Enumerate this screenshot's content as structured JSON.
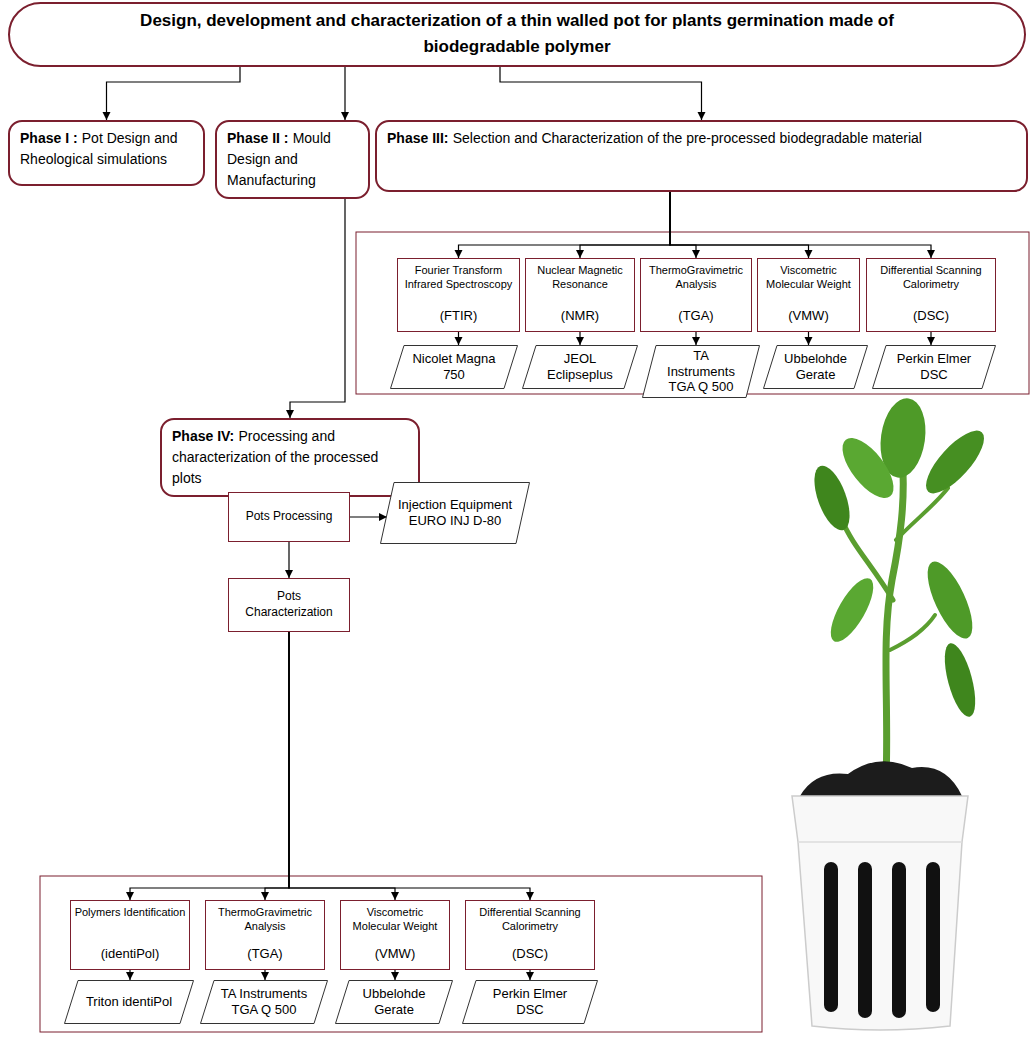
{
  "diagram": {
    "nodes": [
      {
        "text": [
          "Design, development and characterization of a thin walled pot for plants germination made of biodegradable polymer"
        ]
      },
      {
        "text": [
          "Phase I :",
          "Pot Design and Rheological simulations"
        ]
      },
      {
        "text": [
          "Phase II :",
          "Mould Design and Manufacturing"
        ]
      },
      {
        "text": [
          "Phase III:",
          "Selection and Characterization of the pre-processed biodegradable material"
        ]
      },
      {
        "text": [
          "Fourier Transform Infrared Spectroscopy",
          "(FTIR)"
        ]
      },
      {
        "text": [
          "Nuclear Magnetic Resonance",
          "(NMR)"
        ]
      },
      {
        "text": [
          "ThermoGravimetric Analysis",
          "(TGA)"
        ]
      },
      {
        "text": [
          "Viscometric Molecular Weight",
          "(VMW)"
        ]
      },
      {
        "text": [
          "Differential Scanning Calorimetry",
          "(DSC)"
        ]
      },
      {
        "text": [
          "Nicolet Magna 750"
        ]
      },
      {
        "text": [
          "JEOL Eclipseplus"
        ]
      },
      {
        "text": [
          "TA Instruments TGA Q 500"
        ]
      },
      {
        "text": [
          "Ubbelohde Gerate"
        ]
      },
      {
        "text": [
          "Perkin Elmer DSC"
        ]
      },
      {
        "text": [
          "Phase IV:",
          "Processing and characterization of the processed plots"
        ]
      },
      {
        "text": [
          "Pots Processing"
        ]
      },
      {
        "text": [
          "Injection Equipment EURO INJ D-80"
        ]
      },
      {
        "text": [
          "Pots Characterization"
        ]
      },
      {
        "text": [
          "Polymers Identification",
          "(identiPol)"
        ]
      },
      {
        "text": [
          "ThermoGravimetric Analysis",
          "(TGA)"
        ]
      },
      {
        "text": [
          "Viscometric Molecular Weight",
          "(VMW)"
        ]
      },
      {
        "text": [
          "Differential Scanning Calorimetry",
          "(DSC)"
        ]
      },
      {
        "text": [
          "Triton identiPol"
        ]
      },
      {
        "text": [
          "TA Instruments TGA Q 500"
        ]
      },
      {
        "text": [
          "Ubbelohde Gerate"
        ]
      },
      {
        "text": [
          "Perkin Elmer DSC"
        ]
      }
    ],
    "edges": [
      {
        "from": 0,
        "to": 1,
        "arrow": "to"
      },
      {
        "from": 0,
        "to": 2,
        "arrow": "to"
      },
      {
        "from": 0,
        "to": 3,
        "arrow": "to"
      },
      {
        "from": 3,
        "to": 4,
        "arrow": "to"
      },
      {
        "from": 3,
        "to": 5,
        "arrow": "to"
      },
      {
        "from": 3,
        "to": 6,
        "arrow": "to"
      },
      {
        "from": 3,
        "to": 7,
        "arrow": "to"
      },
      {
        "from": 3,
        "to": 8,
        "arrow": "to"
      },
      {
        "from": 4,
        "to": 9,
        "arrow": "to"
      },
      {
        "from": 5,
        "to": 10,
        "arrow": "to"
      },
      {
        "from": 6,
        "to": 11,
        "arrow": "to"
      },
      {
        "from": 7,
        "to": 12,
        "arrow": "to"
      },
      {
        "from": 8,
        "to": 13,
        "arrow": "to"
      },
      {
        "from": 2,
        "to": 14,
        "arrow": "to"
      },
      {
        "from": 14,
        "to": 15,
        "arrow": "to"
      },
      {
        "from": 15,
        "to": 16,
        "arrow": "to"
      },
      {
        "from": 15,
        "to": 17,
        "arrow": "to"
      },
      {
        "from": 17,
        "to": 18,
        "arrow": "to"
      },
      {
        "from": 17,
        "to": 19,
        "arrow": "to"
      },
      {
        "from": 17,
        "to": 20,
        "arrow": "to"
      },
      {
        "from": 17,
        "to": 21,
        "arrow": "to"
      },
      {
        "from": 18,
        "to": 22,
        "arrow": "to"
      },
      {
        "from": 19,
        "to": 23,
        "arrow": "to"
      },
      {
        "from": 20,
        "to": 24,
        "arrow": "to"
      },
      {
        "from": 21,
        "to": 25,
        "arrow": "to"
      }
    ]
  }
}
